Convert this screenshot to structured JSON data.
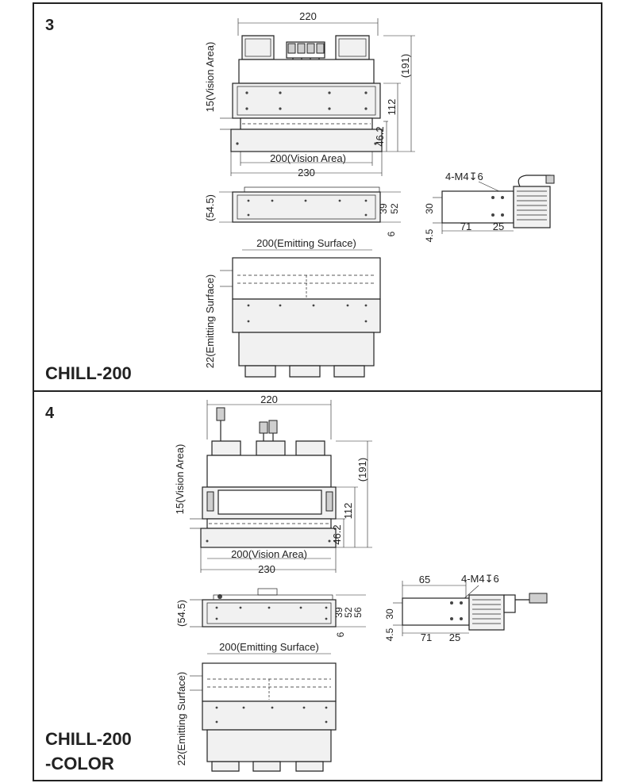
{
  "panels": [
    {
      "number": "3",
      "model_lines": [
        "CHILL-200"
      ],
      "dims": {
        "top_width": "220",
        "overall_height": "(191)",
        "body_height": "112",
        "offset": "46.2",
        "vision_vertical": "15(Vision Area)",
        "vision_horizontal": "200(Vision Area)",
        "base_width": "230",
        "side_height": "(54.5)",
        "side_a": "39",
        "side_b": "52",
        "side_c": "6",
        "mount_hole": "4-M4↧6",
        "mount_h": "30",
        "mount_a": "71",
        "mount_b": "25",
        "mount_c": "4.5",
        "emit_horizontal": "200(Emitting Surface)",
        "emit_vertical": "22(Emitting Surface)"
      }
    },
    {
      "number": "4",
      "model_lines": [
        "CHILL-200",
        "-COLOR"
      ],
      "dims": {
        "top_width": "220",
        "overall_height": "(191)",
        "body_height": "112",
        "offset": "46.2",
        "vision_vertical": "15(Vision Area)",
        "vision_horizontal": "200(Vision Area)",
        "base_width": "230",
        "side_height": "(54.5)",
        "side_a": "39",
        "side_b": "52",
        "side_c": "56",
        "side_d": "6",
        "mount_hole": "4-M4↧6",
        "mount_top": "65",
        "mount_h": "30",
        "mount_a": "71",
        "mount_b": "25",
        "mount_c": "4.5",
        "emit_horizontal": "200(Emitting Surface)",
        "emit_vertical": "22(Emitting Surface)"
      }
    }
  ]
}
